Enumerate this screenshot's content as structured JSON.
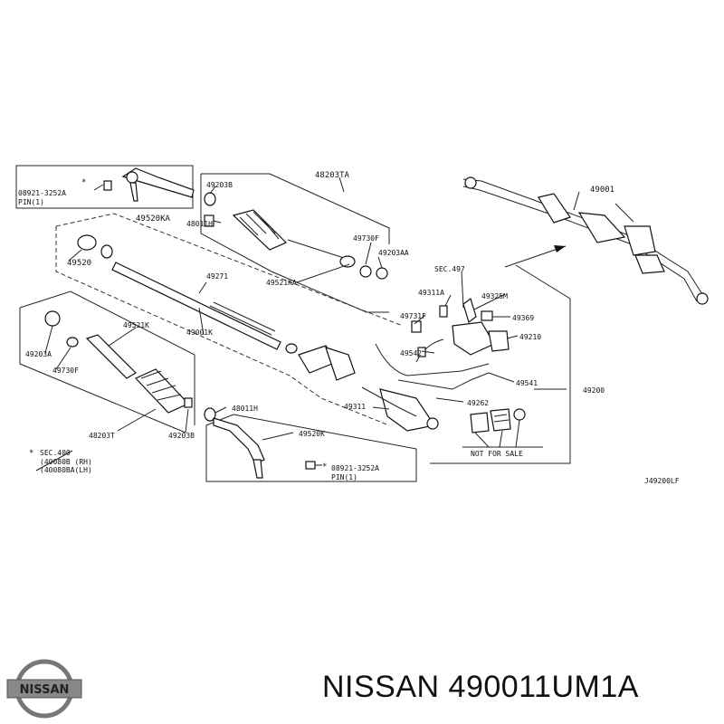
{
  "footer": {
    "title": "NISSAN 490011UM1A"
  },
  "logo": {
    "text": "NISSAN"
  },
  "diagram": {
    "code": "J49200LF",
    "labels": {
      "l_08921_top": "08921-3252A",
      "l_pin_top": "PIN(1)",
      "l_49520ka": "49520KA",
      "l_48011h_top": "48011H",
      "l_49203b_top": "49203B",
      "l_48203ta": "48203TA",
      "l_49001": "49001",
      "l_49730f_top": "49730F",
      "l_49203aa": "49203AA",
      "l_49520": "49520",
      "l_49271": "49271",
      "l_49521ka": "49521KA",
      "l_sec497": "SEC.497",
      "l_49311a": "49311A",
      "l_49325m": "49325M",
      "l_49001k": "49001K",
      "l_49731f": "49731F",
      "l_49369": "49369",
      "l_49521k": "49521K",
      "l_49210": "49210",
      "l_49203a": "49203A",
      "l_49730f_left": "49730F",
      "l_49542": "49542",
      "l_49541": "49541",
      "l_49200": "49200",
      "l_49311": "49311",
      "l_49262": "49262",
      "l_48011h_bot": "48011H",
      "l_48203t": "48203T",
      "l_49203b_bot": "49203B",
      "l_49520k": "49520K",
      "l_nfs": "NOT FOR SALE",
      "l_sec400": "SEC.400",
      "l_40080b": "(40080B (RH)",
      "l_40080ba": "(40080BA(LH)",
      "l_08921_bot": "08921-3252A",
      "l_pin_bot": "PIN(1)"
    }
  }
}
